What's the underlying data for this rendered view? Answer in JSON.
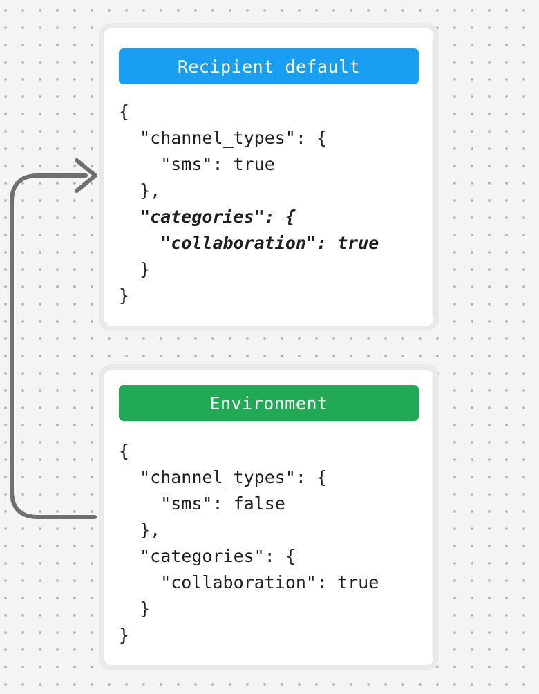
{
  "colors": {
    "canvas_background": "#f4f4f4",
    "dot_grid": "#b4b4b4",
    "card_ring": "#e9e9e9",
    "card_background": "#ffffff",
    "code_text": "#1f1f1f",
    "arrow": "#6f6f6f",
    "header_text": "#ffffff",
    "recipient_default_header": "#189ef2",
    "environment_header": "#21a956"
  },
  "arrow": {
    "description": "curved arrow from Environment card pointing into Recipient default card"
  },
  "cards": [
    {
      "title": "Recipient default",
      "header_color": "#189ef2",
      "lines": [
        {
          "text": "{",
          "style": ""
        },
        {
          "text": "  \"channel_types\": {",
          "style": ""
        },
        {
          "text": "    \"sms\": true",
          "style": ""
        },
        {
          "text": "  },",
          "style": ""
        },
        {
          "text": "  \"categories\": {",
          "style": "italic"
        },
        {
          "text": "    \"collaboration\": true",
          "style": "italic"
        },
        {
          "text": "  }",
          "style": ""
        },
        {
          "text": "}",
          "style": ""
        }
      ]
    },
    {
      "title": "Environment",
      "header_color": "#21a956",
      "lines": [
        {
          "text": "{",
          "style": ""
        },
        {
          "text": "  \"channel_types\": {",
          "style": ""
        },
        {
          "text": "    \"sms\": false",
          "style": ""
        },
        {
          "text": "  },",
          "style": ""
        },
        {
          "text": "  \"categories\": {",
          "style": ""
        },
        {
          "text": "    \"collaboration\": true",
          "style": ""
        },
        {
          "text": "  }",
          "style": ""
        },
        {
          "text": "}",
          "style": ""
        }
      ]
    }
  ]
}
